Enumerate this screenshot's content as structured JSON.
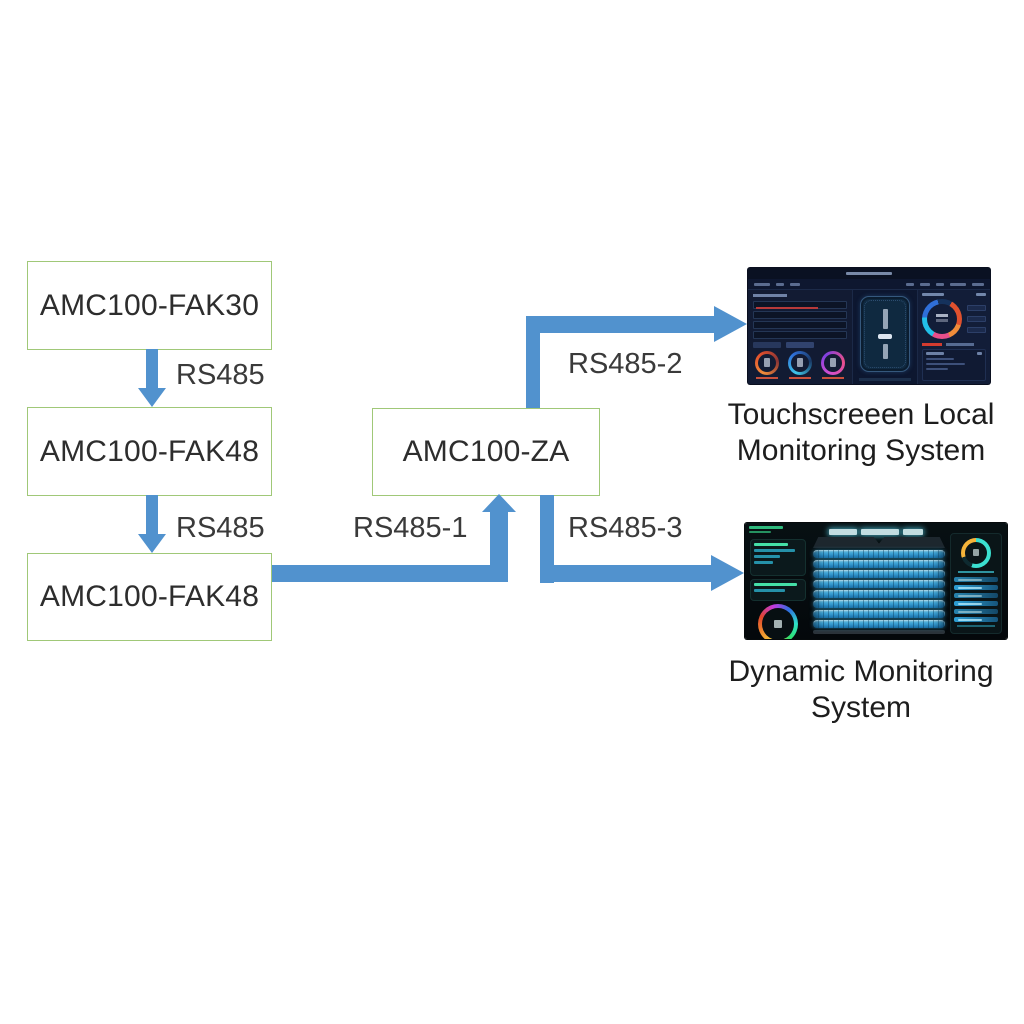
{
  "colors": {
    "arrow_blue": "#5192ce",
    "node_border_green": "#a0c878",
    "label_text": "#3a3a3a"
  },
  "nodes": {
    "fak30": {
      "label": "AMC100-FAK30"
    },
    "fak48_mid": {
      "label": "AMC100-FAK48"
    },
    "fak48_bot": {
      "label": "AMC100-FAK48"
    },
    "za": {
      "label": "AMC100-ZA"
    }
  },
  "links": {
    "rs485_top": {
      "label": "RS485",
      "from": "AMC100-FAK30",
      "to": "AMC100-FAK48"
    },
    "rs485_mid": {
      "label": "RS485",
      "from": "AMC100-FAK48",
      "to": "AMC100-FAK48"
    },
    "rs485_1": {
      "label": "RS485-1",
      "from": "AMC100-FAK48",
      "to": "AMC100-ZA"
    },
    "rs485_2": {
      "label": "RS485-2",
      "from": "AMC100-ZA",
      "to": "Touchscreeen Local Monitoring System"
    },
    "rs485_3": {
      "label": "RS485-3",
      "from": "AMC100-ZA",
      "to": "Dynamic Monitoring System"
    }
  },
  "captions": {
    "touchscreen": {
      "line1": "Touchscreeen Local",
      "line2": "Monitoring System"
    },
    "dynamic": {
      "line1": "Dynamic Monitoring",
      "line2": "System"
    }
  }
}
